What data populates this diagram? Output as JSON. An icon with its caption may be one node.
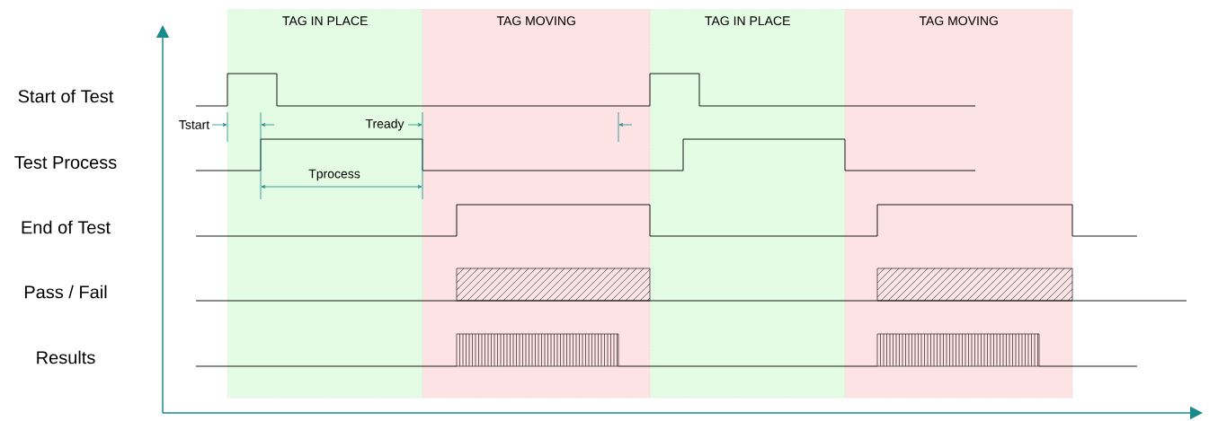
{
  "diagram": {
    "nodes": [
      {
        "text": [
          "TAG IN PLACE"
        ]
      },
      {
        "text": [
          "TAG MOVING"
        ]
      },
      {
        "text": [
          "TAG IN PLACE"
        ]
      },
      {
        "text": [
          "TAG MOVING"
        ]
      }
    ],
    "labels": [
      "Start of Test",
      "Tstart",
      "Tready",
      "Test Process",
      "Tprocess",
      "End of Test",
      "Pass / Fail",
      "Results"
    ]
  }
}
